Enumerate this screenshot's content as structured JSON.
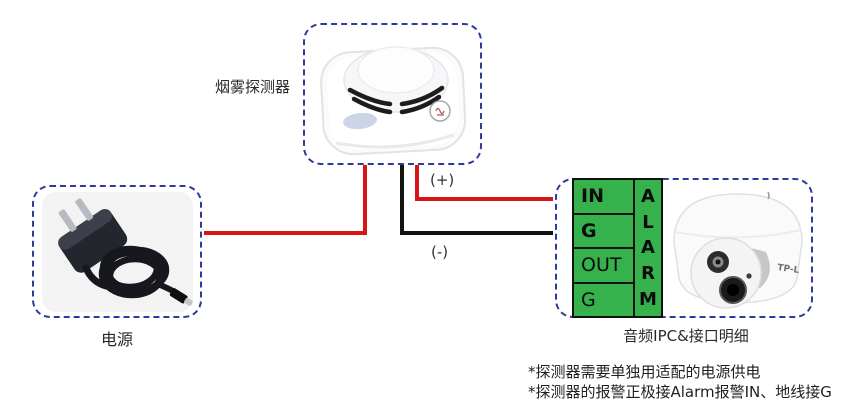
{
  "diagram": {
    "smoke_detector": {
      "label": "烟雾探测器"
    },
    "power": {
      "label": "电源"
    },
    "ipc": {
      "label": "音频IPC&接口明细",
      "camera_logo": "TP-L"
    },
    "terminal": {
      "rows": [
        "IN",
        "G",
        "OUT",
        "G"
      ],
      "column_label": "ALARM",
      "alarm_letters": [
        "A",
        "L",
        "A",
        "R",
        "M"
      ]
    },
    "wires": {
      "positive_label": "(+)",
      "negative_label": "(-)"
    },
    "notes": [
      "*探测器需要单独用适配的电源供电",
      "*探测器的报警正极接Alarm报警IN、地线接G"
    ],
    "colors": {
      "wire_positive": "#d81414",
      "wire_negative": "#141414",
      "terminal_green": "#35b24c",
      "box_border": "#2e3a9e"
    }
  }
}
